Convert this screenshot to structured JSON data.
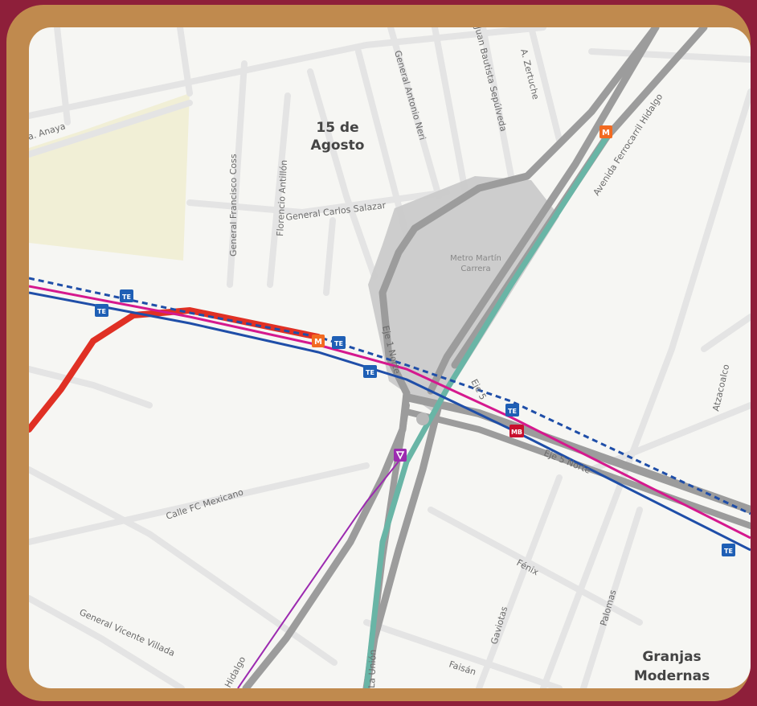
{
  "colors": {
    "border_outer": "#8e1f3a",
    "border_inner": "#c08a4e",
    "map_background": "#f6f6f3",
    "park": "#f1efd6",
    "station_area": "#c9c9c9",
    "road_major": "#9c9c9c",
    "road_minor": "#e4e4e4",
    "metro_teal": "#69b5a6",
    "metro_red": "#e03024",
    "metrobus_magenta": "#d5198e",
    "trolleybus_blue": "#1f4ea8",
    "suburban_purple": "#9c2ab0",
    "metro_icon_orange": "#f26a21",
    "metrobus_icon_red": "#c8102e",
    "trolleybus_icon_blue": "#1f5fb5"
  },
  "neighborhoods": [
    {
      "line1": "15 de",
      "line2": "Agosto"
    },
    {
      "line1": "Granjas",
      "line2": "Modernas"
    }
  ],
  "place_label": {
    "line1": "Metro Martín",
    "line2": "Carrera"
  },
  "streets": {
    "anaya": "a. Anaya",
    "francisco_coss": "General Francisco Coss",
    "florencio_antillon": "Florencio Antillón",
    "carlos_salazar": "General Carlos Salazar",
    "antonio_neri": "General Antonio Neri",
    "juan_bautista": "Juan Bautista Sepúlveda",
    "zertuche": "A. Zertuche",
    "ferrocarril_hidalgo": "Avenida Ferrocarril Hidalgo",
    "eje1_norte": "Eje 1 Norte",
    "eje5_a": "Eje 5",
    "eje5_norte": "Eje 5 Norte",
    "atzacoalco": "Atzacoalco",
    "calle_fc_mexicano": "Calle FC Mexicano",
    "fenix": "Fénix",
    "gaviotas": "Gaviotas",
    "palomas": "Palomas",
    "vicente_villada": "General Vicente Villada",
    "hidalgo": "Hidalgo",
    "la_union": "La Unión",
    "faisan": "Faisán"
  },
  "icons": {
    "metro": "M",
    "metrobus": "MB",
    "trolleybus": "TE"
  }
}
